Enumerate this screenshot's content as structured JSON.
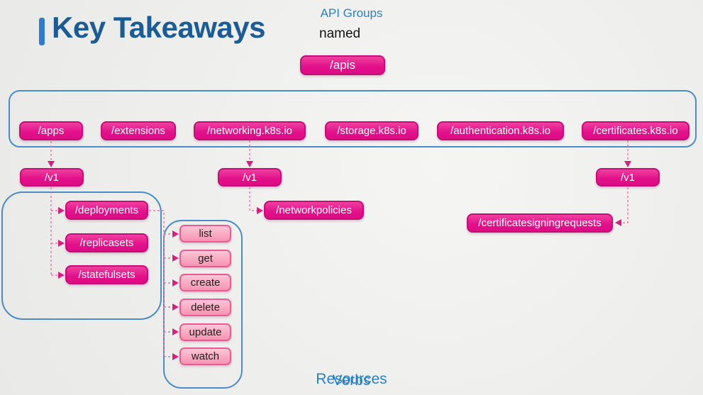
{
  "slide": {
    "title": "Key Takeaways",
    "annotation": "named"
  },
  "nodes": {
    "apis": "/apis",
    "networkpolicies": "/networkpolicies",
    "certificatesigningrequests": "/certificatesigningrequests"
  },
  "api_groups": {
    "label": "API Groups",
    "items": [
      "/apps",
      "/extensions",
      "/networking.k8s.io",
      "/storage.k8s.io",
      "/authentication.k8s.io",
      "/certificates.k8s.io"
    ]
  },
  "versions": {
    "apps": "/v1",
    "networking": "/v1",
    "certificates": "/v1"
  },
  "resources": {
    "label": "Resources",
    "items": [
      "/deployments",
      "/replicasets",
      "/statefulsets"
    ]
  },
  "verbs": {
    "label": "Verbs",
    "items": [
      "list",
      "get",
      "create",
      "delete",
      "update",
      "watch"
    ]
  },
  "colors": {
    "title_blue": "#1b5c96",
    "accent_bar_blue": "#2e7ccb",
    "container_border_blue": "#4a8cc6",
    "container_label_blue": "#2e7fc1",
    "node_pink": "#e2108a",
    "node_pink_border": "#c60d77",
    "verb_pink": "#f693b3",
    "verb_pink_border": "#ea5b93",
    "connector_pink": "#e773a9",
    "arrow_pink": "#d3217f"
  }
}
